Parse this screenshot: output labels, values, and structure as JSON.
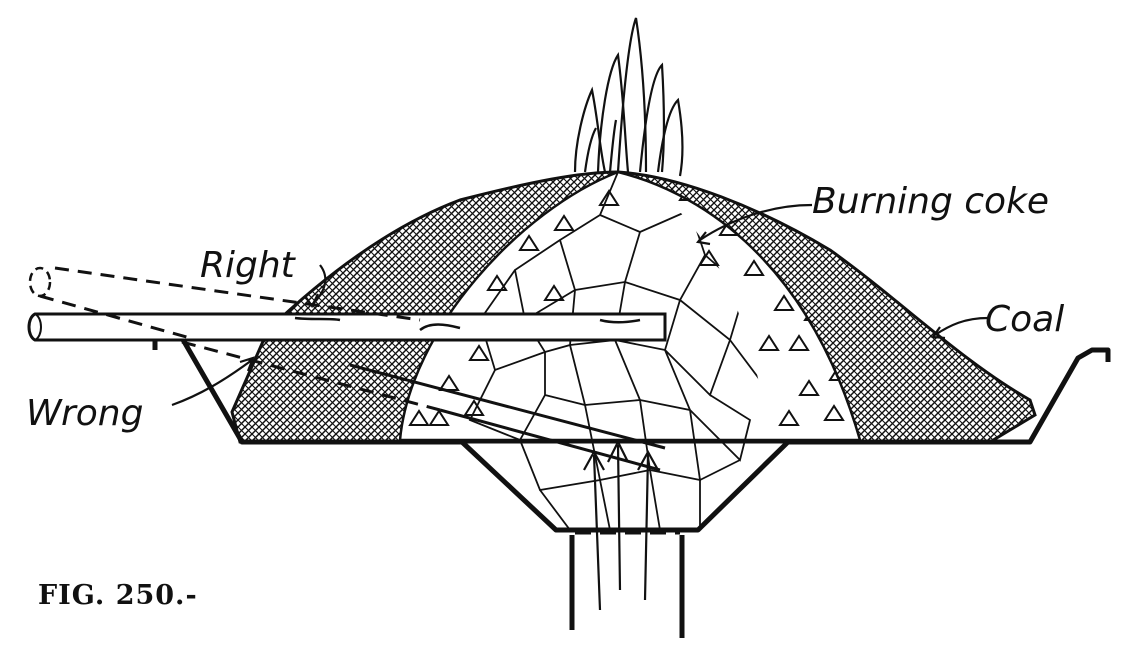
{
  "figure": {
    "caption": "FIG. 250.-",
    "labels": {
      "right": "Right",
      "wrong": "Wrong",
      "burning_coke": "Burning coke",
      "coal": "Coal"
    }
  },
  "colors": {
    "ink": "#111111",
    "paper": "#ffffff"
  }
}
